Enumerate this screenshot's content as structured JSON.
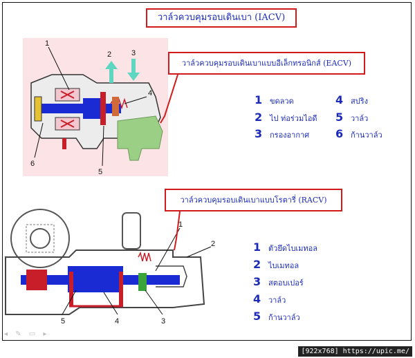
{
  "title": "วาล์วควบคุมรอบเดินเบา (IACV)",
  "eacv": {
    "callout": "วาล์วควบคุมรอบเดินเบาแบบอีเล็กทรอนิกส์ (EACV)",
    "diagram_labels": [
      "1",
      "2",
      "3",
      "4",
      "5",
      "6"
    ],
    "legend": [
      {
        "num": "1",
        "label": "ขดลวด"
      },
      {
        "num": "2",
        "label": "ไป ท่อร่วมไอดี"
      },
      {
        "num": "3",
        "label": "กรองอากาศ"
      },
      {
        "num": "4",
        "label": "สปริง"
      },
      {
        "num": "5",
        "label": "วาล์ว"
      },
      {
        "num": "6",
        "label": "ก้านวาล์ว"
      }
    ]
  },
  "racv": {
    "callout": "วาล์วควบคุมรอบเดินเบาแบบโรตารี่ (RACV)",
    "diagram_labels": [
      "1",
      "2",
      "3",
      "4",
      "5"
    ],
    "legend": [
      {
        "num": "1",
        "label": "ตัวยึดไบเมทอล"
      },
      {
        "num": "2",
        "label": "ไบเมทอล"
      },
      {
        "num": "3",
        "label": "สตอบเปอร์"
      },
      {
        "num": "4",
        "label": "วาล์ว"
      },
      {
        "num": "5",
        "label": "ก้านวาล์ว"
      }
    ]
  },
  "footer": "[922x768] https://upic.me/",
  "colors": {
    "accent_red": "#d31a1a",
    "text_blue": "#1b2bb8",
    "valve_blue": "#1a2bd4",
    "arrow_teal": "#5fd6c0",
    "housing_green": "#9bcf86"
  }
}
